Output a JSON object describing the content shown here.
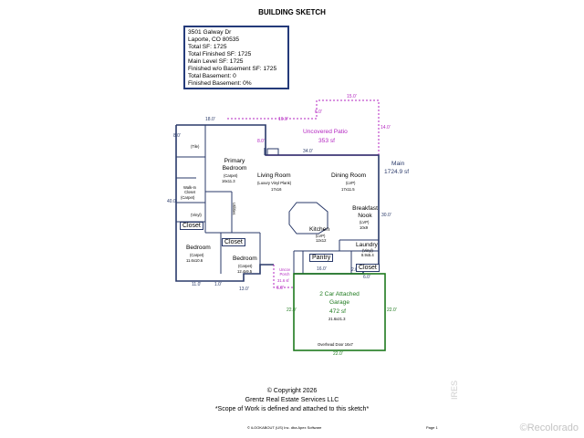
{
  "title": "BUILDING SKETCH",
  "info": [
    "3501 Galway Dr",
    "Laporte, CO 80535",
    "Total SF: 1725",
    "Total Finished SF: 1725",
    "Main Level SF: 1725",
    "Finished w/o Basement SF: 1725",
    "Total Basement: 0",
    "Finished Basement: 0%"
  ],
  "main_label": {
    "name": "Main",
    "area": "1724.9 sf"
  },
  "patio": {
    "name": "Uncovered Patio",
    "area": "353 sf",
    "dims": [
      "15.0'",
      "16.0'",
      "6.0'",
      "14.0'",
      "8.0'"
    ]
  },
  "rooms": {
    "living": {
      "name": "Living Room",
      "floor": "(Luxury Vinyl Plank)",
      "size": "17x16"
    },
    "dining": {
      "name": "Dining Room",
      "floor": "(LVP)",
      "size": "17x11.5"
    },
    "primary": {
      "name": "Primary Bedroom",
      "floor": "(Carpet)",
      "size": "16x11.3"
    },
    "breakfast": {
      "name": "Breakfast Nook",
      "floor": "(LVP)",
      "size": "10x9"
    },
    "kitchen": {
      "name": "Kitchen",
      "floor": "(LVP)",
      "size": "12x12"
    },
    "laundry": {
      "name": "Laundry",
      "floor": "(Vinyl)",
      "size": "8.9x5.4"
    },
    "pantry": {
      "name": "Pantry"
    },
    "bed2": {
      "name": "Bedroom",
      "floor": "(Carpet)",
      "size": "11.6x10.6"
    },
    "bed3": {
      "name": "Bedroom",
      "floor": "(Carpet)",
      "size": "12.4x9.5"
    },
    "walkin": {
      "name": "Walk-In Closet",
      "floor": "(Carpet)"
    },
    "tile": "(Tile)",
    "vinyl": "(Vinyl)",
    "utilities": "Utilities",
    "closet": "Closet",
    "unscov": {
      "name": "Uncov Porch",
      "area": "31.6 sf"
    },
    "garage": {
      "name": "2 Car Attached Garage",
      "area": "472 sf",
      "size": "21.6x21.3",
      "door": "Overhead Door 16x7"
    }
  },
  "dims": {
    "top": "18.0'",
    "patio_bottom": "34.0'",
    "left": "40.0'",
    "right_top": "30.0'",
    "bottom_left": "11.0'",
    "bottom_mid": "13.0'",
    "porch": "6.0'",
    "garage_left": "22.0'",
    "garage_right": "22.0'",
    "garage_bottom": "22.0'",
    "mid": "16.0'",
    "closet_w": "6.0'",
    "small1": "2.0'",
    "small2": "1.0'",
    "left_small": "8.0'"
  },
  "footer": {
    "copyright": "© Copyright 2026",
    "company": "Grentz Real Estate Services LLC",
    "scope": "*Scope of Work is defined and attached to this sketch*",
    "software": "© iLOOKABOUT (US) Inc. dba Apex Software",
    "page": "Page 1"
  },
  "watermark": "©Recolorado",
  "side_watermark": "IRES",
  "colors": {
    "wall": "#2a3a6a",
    "patio": "#b325c0",
    "garage": "#1e7a1e"
  }
}
